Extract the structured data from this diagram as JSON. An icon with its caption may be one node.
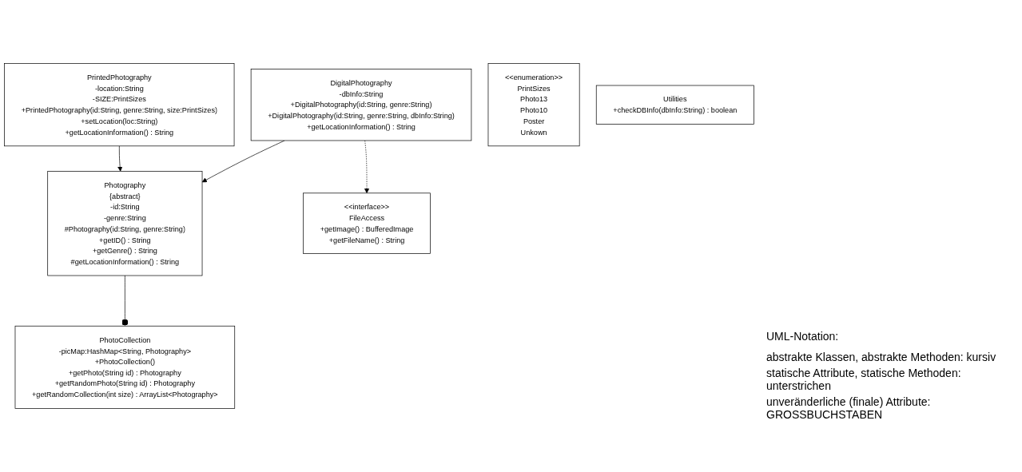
{
  "diagram": {
    "nodes": [
      {
        "text": [
          "Photography",
          "{abstract}",
          "-id:String",
          "-genre:String",
          "#Photography(id:String, genre:String)",
          "+getID() : String",
          "+getGenre() : String",
          "#getLocationInformation() : String"
        ]
      },
      {
        "text": [
          "PhotoCollection",
          "-picMap:HashMap<String, Photography>",
          "+PhotoCollection()",
          "+getPhoto(String id) : Photography",
          "+getRandomPhoto(String id) : Photography",
          "+getRandomCollection(int size) : ArrayList<Photography>"
        ]
      },
      {
        "text": [
          "PrintedPhotography",
          "-location:String",
          "-SIZE:PrintSizes",
          "+PrintedPhotography(id:String, genre:String, size:PrintSizes)",
          "+setLocation(loc:String)",
          "+getLocationInformation() : String"
        ]
      },
      {
        "text": [
          "DigitalPhotography",
          "-dbInfo:String",
          "+DigitalPhotography(id:String, genre:String)",
          "+DigitalPhotography(id:String, genre:String, dbInfo:String)",
          "+getLocationInformation() : String"
        ]
      },
      {
        "text": [
          "<<enumeration>>",
          "PrintSizes",
          "Photo13",
          "Photo10",
          "Poster",
          "Unkown"
        ]
      },
      {
        "text": [
          "Utilities",
          "+checkDBInfo(dbInfo:String) : boolean"
        ]
      },
      {
        "text": [
          "<<interface>>",
          "FileAccess",
          "+getImage() : BufferedImage",
          "+getFileName() : String"
        ]
      }
    ],
    "edges": [
      {
        "from": 0,
        "to": 1,
        "arrow": "other"
      },
      {
        "from": 2,
        "to": 0,
        "arrow": "to"
      },
      {
        "from": 3,
        "to": 0,
        "arrow": "to"
      },
      {
        "from": 3,
        "to": 6,
        "arrow": "to",
        "style": "dashed"
      }
    ],
    "labels": [
      "UML-Notation:",
      "abstrakte Klassen, abstrakte Methoden: kursiv",
      "statische Attribute, statische Methoden: unterstrichen",
      "unveränderliche (finale) Attribute: GROSSBUCHSTABEN"
    ]
  }
}
